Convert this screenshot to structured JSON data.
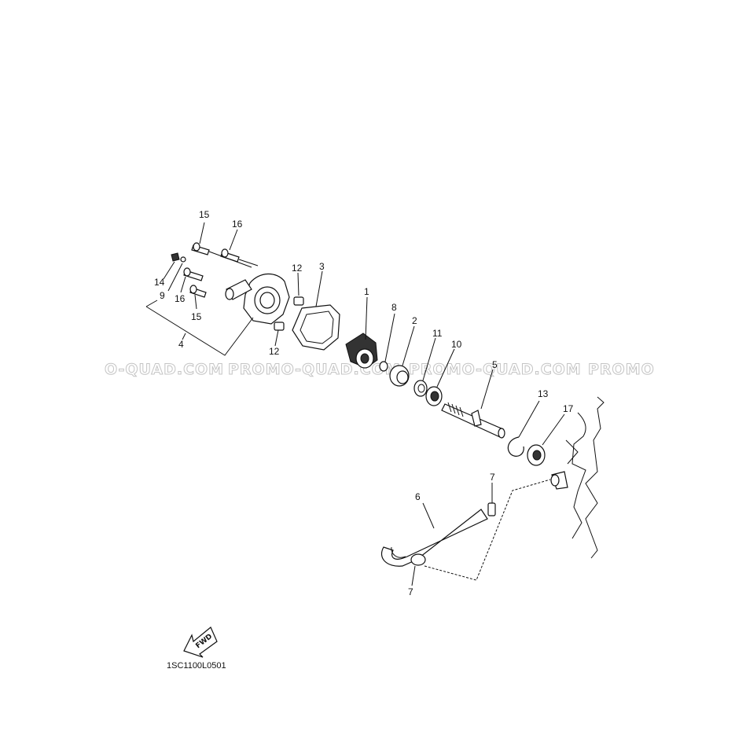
{
  "callouts": [
    "1",
    "2",
    "3",
    "4",
    "5",
    "6",
    "7",
    "7",
    "8",
    "9",
    "10",
    "11",
    "12",
    "12",
    "13",
    "14",
    "15",
    "15",
    "16",
    "16",
    "17"
  ],
  "watermark": {
    "left": "O-QUAD.COM",
    "center": "PROMO-QUAD.COM",
    "center2": "PROMO-QUAD.COM",
    "right": "PROMO"
  },
  "fwd_label": "FWD",
  "diagram_code": "1SC1100L0501"
}
